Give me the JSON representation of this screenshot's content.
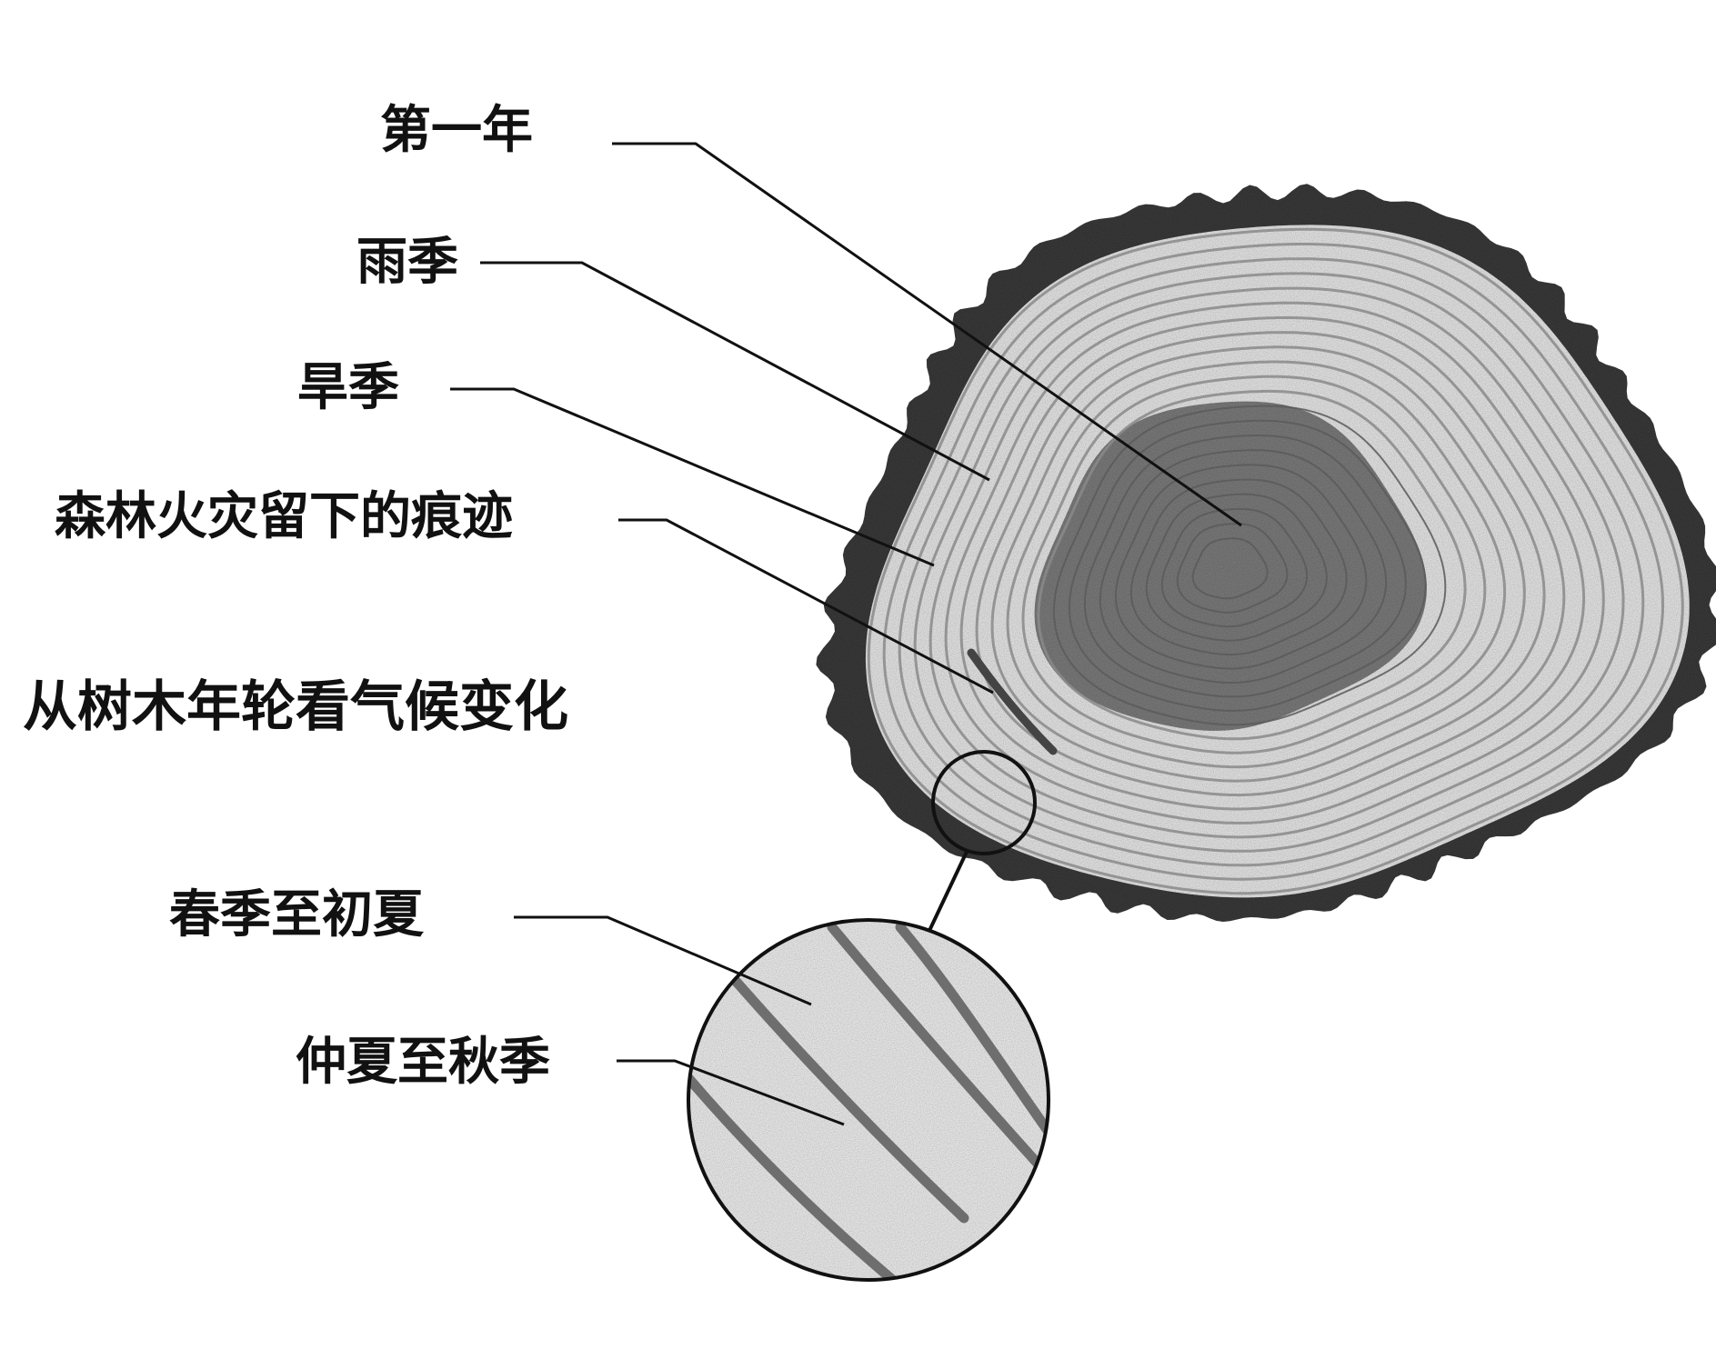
{
  "labels": {
    "first_year": "第一年",
    "rainy_season": "雨季",
    "dry_season": "旱季",
    "fire_scar": "森林火灾留下的痕迹",
    "spring_early_summer": "春季至初夏",
    "midsummer_autumn": "仲夏至秋季"
  },
  "title": "从树木年轮看气候变化",
  "colors": {
    "bark": "#3a3a3a",
    "heartwood": "#7a7a7a",
    "sapwood": "#e4e4e4",
    "ring_line": "#8a8a8a",
    "leader_line": "#111111"
  }
}
